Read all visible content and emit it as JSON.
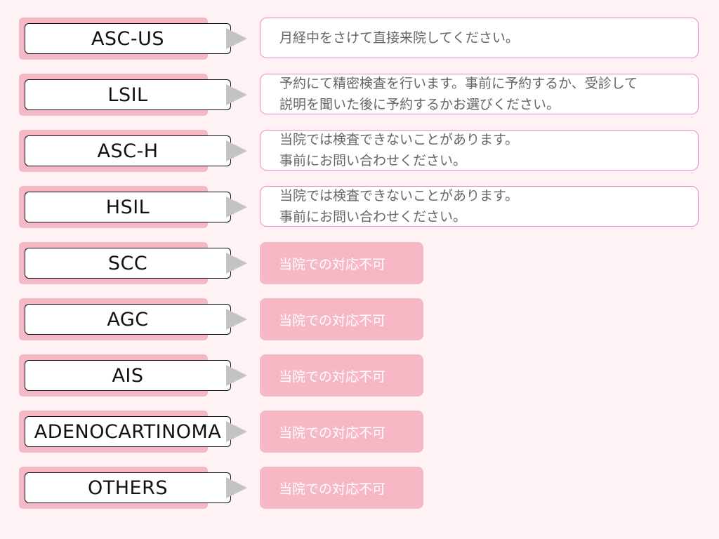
{
  "rows": [
    {
      "label": "ASC-US",
      "lines": [
        "月経中をさけて直接来院してください。"
      ]
    },
    {
      "label": "LSIL",
      "lines": [
        "予約にて精密検査を行います。事前に予約するか、受診して",
        "説明を聞いた後に予約するかお選びください。"
      ]
    },
    {
      "label": "ASC-H",
      "lines": [
        "当院では検査できないことがあります。",
        "事前にお問い合わせください。"
      ]
    },
    {
      "label": "HSIL",
      "lines": [
        "当院では検査できないことがあります。",
        "事前にお問い合わせください。"
      ]
    },
    {
      "label": "SCC",
      "status": "当院での対応不可"
    },
    {
      "label": "AGC",
      "status": "当院での対応不可"
    },
    {
      "label": "AIS",
      "status": "当院での対応不可"
    },
    {
      "label": "ADENOCARTINOMA",
      "status": "当院での対応不可"
    },
    {
      "label": "OTHERS",
      "status": "当院での対応不可"
    }
  ]
}
